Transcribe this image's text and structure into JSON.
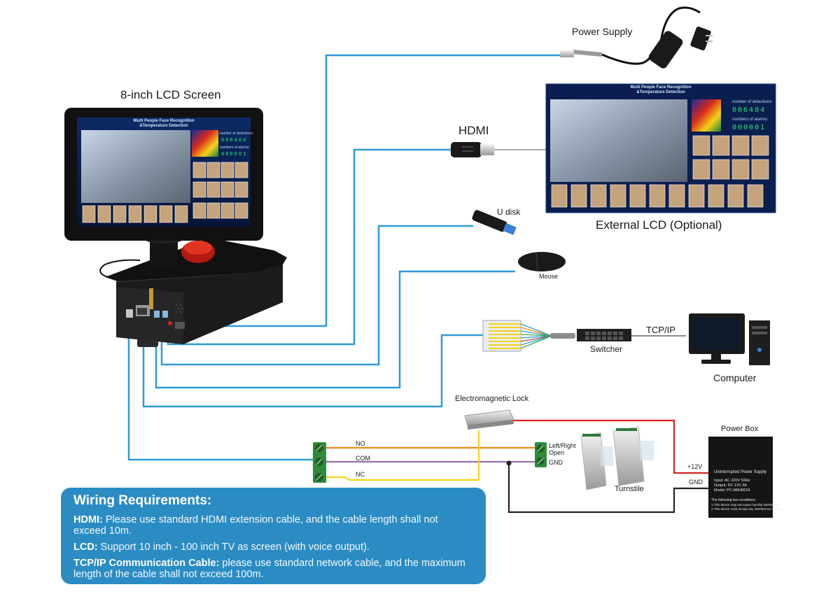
{
  "labels": {
    "power_supply": "Power Supply",
    "lcd_screen": "8-inch LCD Screen",
    "hdmi": "HDMI",
    "external_lcd": "External LCD (Optional)",
    "u_disk": "U disk",
    "mouse": "Mouse",
    "tcpip": "TCP/IP",
    "switcher": "Switcher",
    "computer": "Computer",
    "em_lock": "Electromagnetic Lock",
    "power_box": "Power Box",
    "no": "NO",
    "com": "COM",
    "nc": "NC",
    "left_right_open": "Left/Right\nOpen",
    "gnd_terminal": "GND",
    "turnstile": "Turnstile",
    "plus12v": "+12V",
    "gnd_box": "GND"
  },
  "screen_ui": {
    "title": "Multi People Face Recognition\n&Temperature Detection",
    "detections_label": "number of detections:",
    "detections_value": "006404",
    "alarms_label": "numbers of alarms:",
    "alarms_value": "000001"
  },
  "power_box_ui": {
    "title": "Uninterrupted Power Supply",
    "input": "Input: AC 220V 50Hz",
    "output": "Output: DC 12V 3A",
    "model": "Model: PC-M0H6624",
    "conditions_heading": "The following two conditions:",
    "condition_1": "1.This device may not cause harmful interference",
    "condition_2": "2.This device must accept any interference received"
  },
  "requirements": {
    "title": "Wiring Requirements:",
    "items": [
      {
        "key": "HDMI:",
        "text": " Please use standard HDMI extension cable, and the cable length shall not exceed 10m."
      },
      {
        "key": "LCD:",
        "text": " Support 10 inch - 100 inch TV as screen (with voice output)."
      },
      {
        "key": "TCP/IP Communication Cable:",
        "text": " please use standard network cable, and the maximum length of the cable shall not exceed 100m."
      }
    ]
  },
  "colors": {
    "cable_blue": "#2f9bd6",
    "wire_red": "#d9231f",
    "wire_orange": "#f08a1c",
    "wire_purple": "#9a6db3",
    "wire_yellow": "#f3d21a",
    "wire_black": "#222222",
    "terminal_green": "#2e8b3a",
    "box_blue": "#2b8cc4"
  }
}
